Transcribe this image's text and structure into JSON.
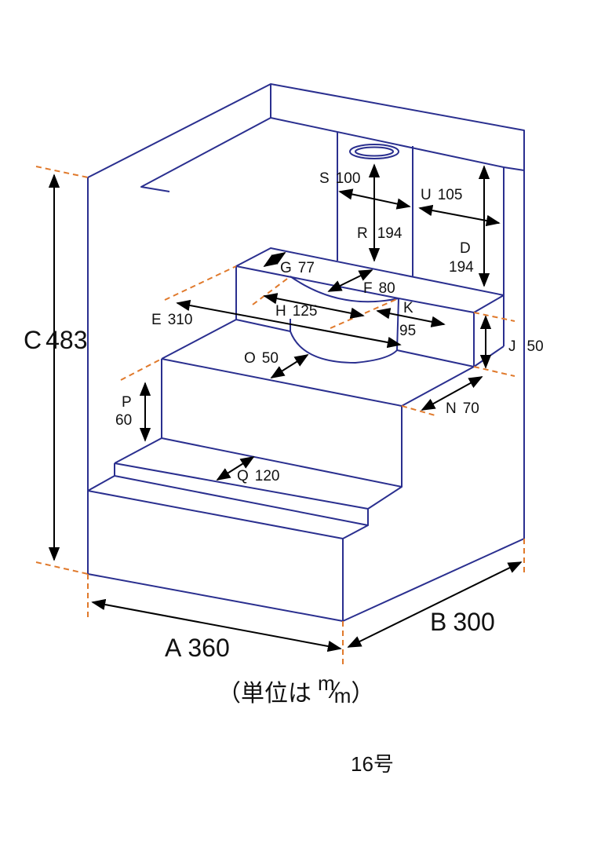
{
  "dimensions": {
    "A": {
      "letter": "A",
      "value": "360"
    },
    "B": {
      "letter": "B",
      "value": "300"
    },
    "C": {
      "letter": "C",
      "value": "483"
    },
    "D": {
      "letter": "D",
      "value": "194"
    },
    "E": {
      "letter": "E",
      "value": "310"
    },
    "F": {
      "letter": "F",
      "value": "80"
    },
    "G": {
      "letter": "G",
      "value": "77"
    },
    "H": {
      "letter": "H",
      "value": "125"
    },
    "J": {
      "letter": "J",
      "value": "50"
    },
    "K": {
      "letter": "K",
      "value": "95"
    },
    "N": {
      "letter": "N",
      "value": "70"
    },
    "O": {
      "letter": "O",
      "value": "50"
    },
    "P": {
      "letter": "P",
      "value": "60"
    },
    "Q": {
      "letter": "Q",
      "value": "120"
    },
    "R": {
      "letter": "R",
      "value": "194"
    },
    "S": {
      "letter": "S",
      "value": "100"
    },
    "U": {
      "letter": "U",
      "value": "105"
    }
  },
  "unit_label": {
    "prefix": "（単位は",
    "num": "m",
    "slash": "⁄",
    "den": "m",
    "suffix": "）"
  },
  "model_label": "16号",
  "colors": {
    "outline": "#2a2f8f",
    "extension": "#e0792b",
    "arrow": "#000000"
  }
}
